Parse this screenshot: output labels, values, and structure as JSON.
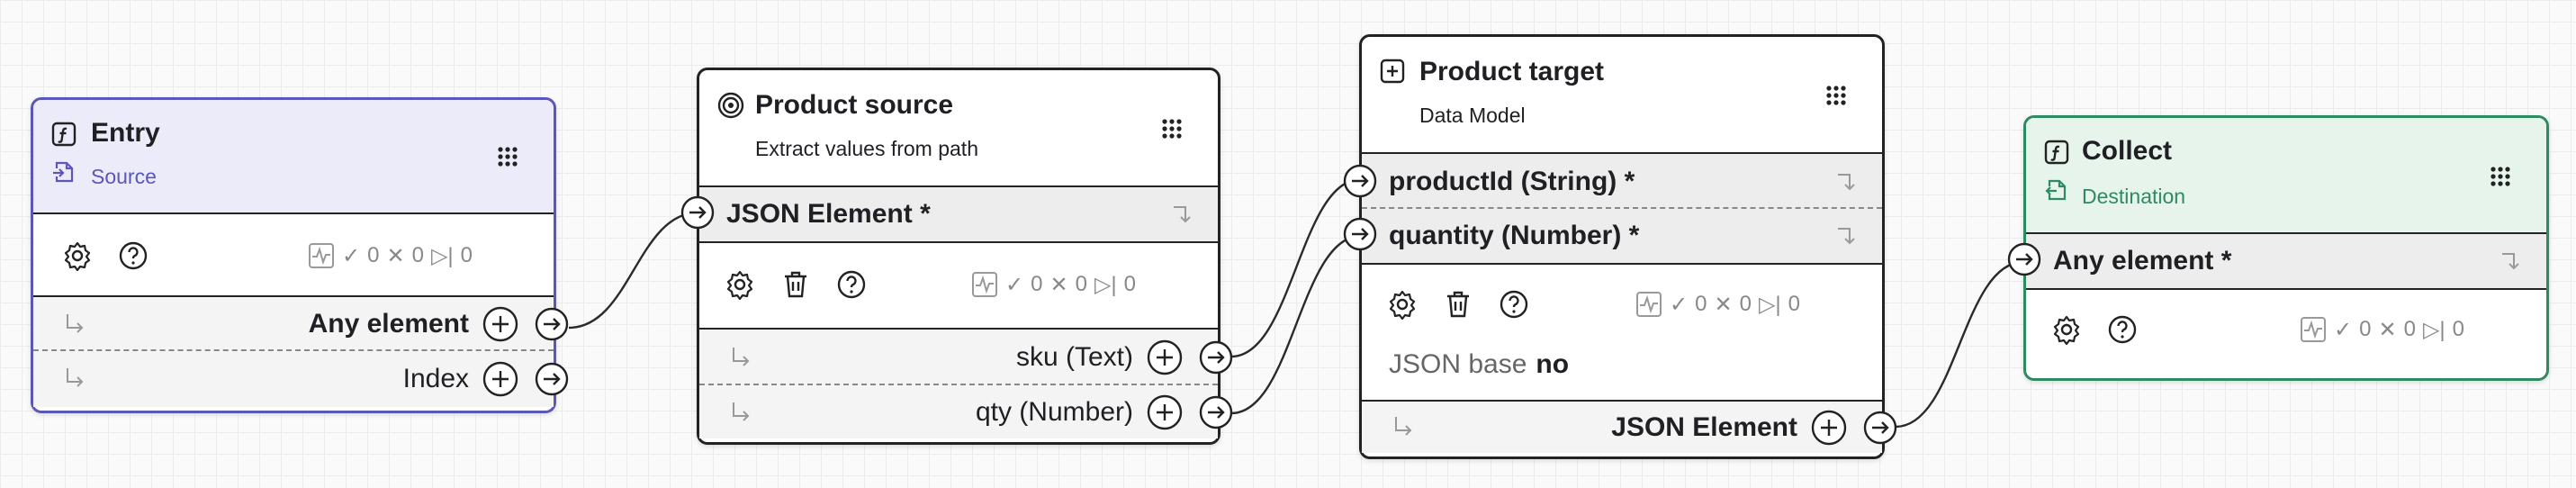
{
  "nodes": {
    "entry": {
      "title": "Entry",
      "subtitle": "Source",
      "stats": {
        "ok": "0",
        "err": "0",
        "skip": "0"
      },
      "outputs": [
        {
          "label": "Any element"
        },
        {
          "label": "Index"
        }
      ]
    },
    "product_source": {
      "title": "Product source",
      "subtitle": "Extract values from path",
      "input": {
        "label": "JSON Element",
        "required_mark": "*"
      },
      "stats": {
        "ok": "0",
        "err": "0",
        "skip": "0"
      },
      "outputs": [
        {
          "label": "sku (Text)"
        },
        {
          "label": "qty (Number)"
        }
      ]
    },
    "product_target": {
      "title": "Product target",
      "subtitle": "Data Model",
      "inputs": [
        {
          "label": "productId (String)",
          "required_mark": "*"
        },
        {
          "label": "quantity (Number)",
          "required_mark": "*"
        }
      ],
      "stats": {
        "ok": "0",
        "err": "0",
        "skip": "0"
      },
      "json_base_label": "JSON base",
      "json_base_value": "no",
      "output": {
        "label": "JSON Element"
      }
    },
    "collect": {
      "title": "Collect",
      "subtitle": "Destination",
      "input": {
        "label": "Any element",
        "required_mark": "*"
      },
      "stats": {
        "ok": "0",
        "err": "0",
        "skip": "0"
      }
    }
  },
  "colors": {
    "entry_accent": "#5b57b8",
    "collect_accent": "#2e8a60",
    "border": "#222222"
  },
  "icons": [
    "function-icon",
    "source-file-icon",
    "target-icon",
    "plus-square-icon",
    "destination-file-icon",
    "drag-handle-icon",
    "gear-icon",
    "help-icon",
    "trash-icon",
    "pulse-icon",
    "check-icon",
    "x-icon",
    "skip-icon",
    "add-port-icon",
    "output-port-icon",
    "input-port-icon",
    "corner-arrow-icon",
    "hook-arrow-icon"
  ]
}
